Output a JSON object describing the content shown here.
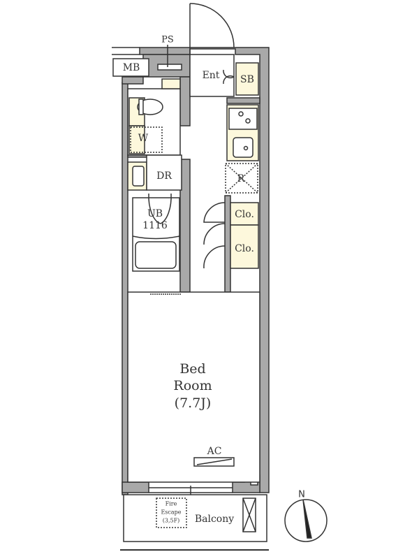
{
  "plan": {
    "rooms": {
      "ps": "PS",
      "mb": "MB",
      "ent": "Ent",
      "sb": "SB",
      "w": "W",
      "dr": "DR",
      "r": "R",
      "ub": "UB",
      "ub_size": "1116",
      "clo1": "Clo.",
      "clo2": "Clo.",
      "bed_1": "Bed",
      "bed_2": "Room",
      "bed_3": "(7.7J)",
      "ac": "AC",
      "fire_1": "Fire",
      "fire_2": "Escape",
      "fire_3": "(3,5F)",
      "balcony": "Balcony"
    },
    "compass": "N"
  },
  "colors": {
    "wall": "#a9a9a9",
    "storage": "#fdf8dc",
    "line": "#333333"
  }
}
